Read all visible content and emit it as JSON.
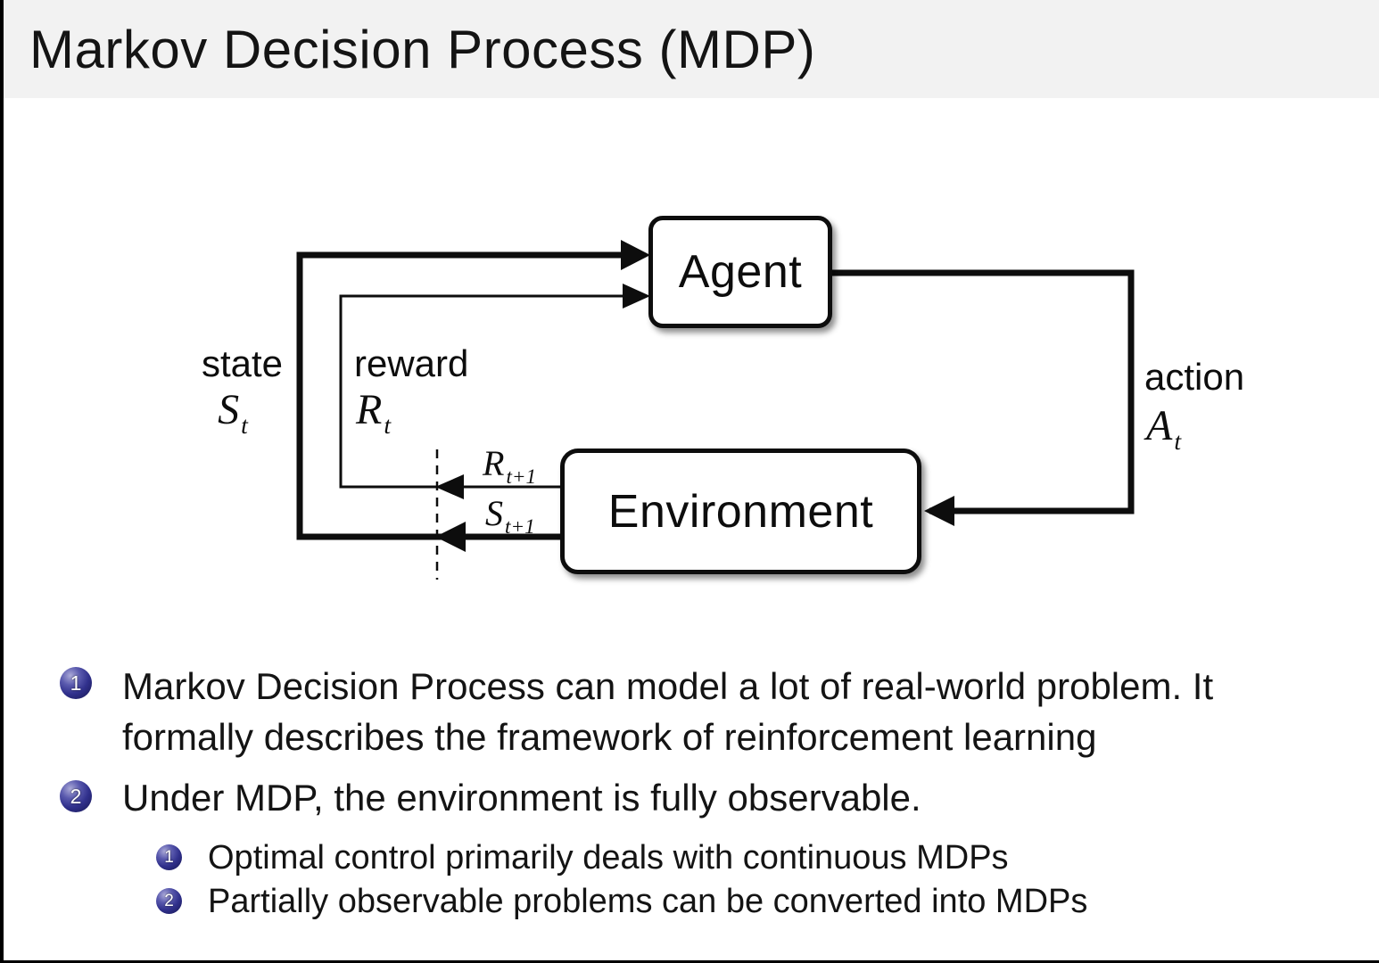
{
  "slide": {
    "title": "Markov Decision Process (MDP)"
  },
  "diagram": {
    "agent_label": "Agent",
    "environment_label": "Environment",
    "state_word": "state",
    "state_sym": "S",
    "state_sub": "t",
    "reward_word": "reward",
    "reward_sym": "R",
    "reward_sub": "t",
    "action_word": "action",
    "action_sym": "A",
    "action_sub": "t",
    "next_reward_sym": "R",
    "next_reward_sub": "t+1",
    "next_state_sym": "S",
    "next_state_sub": "t+1"
  },
  "bullets": {
    "item1": {
      "number": "1",
      "line1": "Markov Decision Process can model a lot of real-world problem. It",
      "line2": "formally describes the framework of reinforcement learning"
    },
    "item2": {
      "number": "2",
      "line1": "Under MDP, the environment is fully observable.",
      "sub1": {
        "number": "1",
        "text": "Optimal control primarily deals with continuous MDPs"
      },
      "sub2": {
        "number": "2",
        "text": "Partially observable problems can be converted into MDPs"
      }
    }
  },
  "colors": {
    "title_bar_bg": "#f2f2f2",
    "diagram_ink": "#0d0d0d",
    "enumerate_ball": "#2e2e85",
    "text": "#141414"
  }
}
